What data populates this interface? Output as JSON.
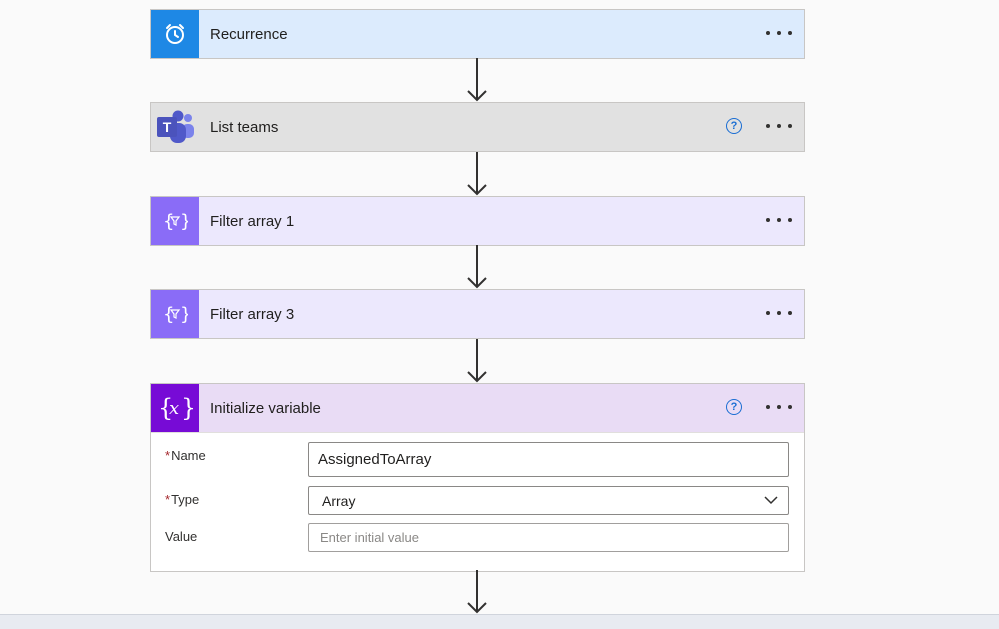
{
  "colors": {
    "recurrence_icon_bg": "#1e88e5",
    "recurrence_header_bg": "#dcebfd",
    "teams_header_bg": "#e1e1e1",
    "filter_icon_bg": "#8a6cf7",
    "filter_header_bg": "#ece8fd",
    "variable_icon_bg": "#770bd6",
    "variable_header_bg": "#e9dcf5",
    "help_icon": "#1b6ed3"
  },
  "steps": [
    {
      "title": "Recurrence",
      "icon": "alarm-clock-icon",
      "has_help": false
    },
    {
      "title": "List teams",
      "icon": "teams-icon",
      "has_help": true
    },
    {
      "title": "Filter array 1",
      "icon": "filter-array-icon",
      "has_help": false
    },
    {
      "title": "Filter array 3",
      "icon": "filter-array-icon",
      "has_help": false
    },
    {
      "title": "Initialize variable",
      "icon": "variable-icon",
      "has_help": true
    }
  ],
  "variable_form": {
    "name_label": "Name",
    "name_value": "AssignedToArray",
    "type_label": "Type",
    "type_value": "Array",
    "value_label": "Value",
    "value_placeholder": "Enter initial value",
    "required_mark": "*"
  },
  "help_glyph": "?"
}
